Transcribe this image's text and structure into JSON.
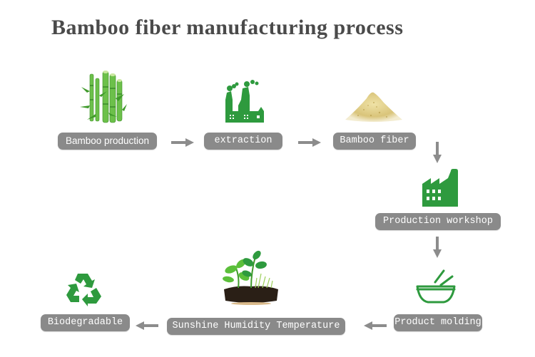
{
  "title": "Bamboo fiber manufacturing process",
  "colors": {
    "label_bg": "#8a8a8a",
    "label_text": "#ffffff",
    "icon_green": "#2e9a3e",
    "arrow": "#8c8c8c",
    "title": "#4a4a4a"
  },
  "steps": [
    {
      "label": "Bamboo production",
      "icon": "bamboo-icon"
    },
    {
      "label": "extraction",
      "icon": "factory-smoke-icon"
    },
    {
      "label": "Bamboo fiber",
      "icon": "fiber-powder-icon"
    },
    {
      "label": "Production workshop",
      "icon": "factory-icon"
    },
    {
      "label": "Product molding",
      "icon": "bowl-chopsticks-icon"
    },
    {
      "label": "Sunshine Humidity Temperature",
      "icon": "plant-soil-icon"
    },
    {
      "label": "Biodegradable",
      "icon": "recycle-icon"
    }
  ],
  "arrows": [
    "right",
    "right",
    "down",
    "down",
    "left",
    "left"
  ]
}
